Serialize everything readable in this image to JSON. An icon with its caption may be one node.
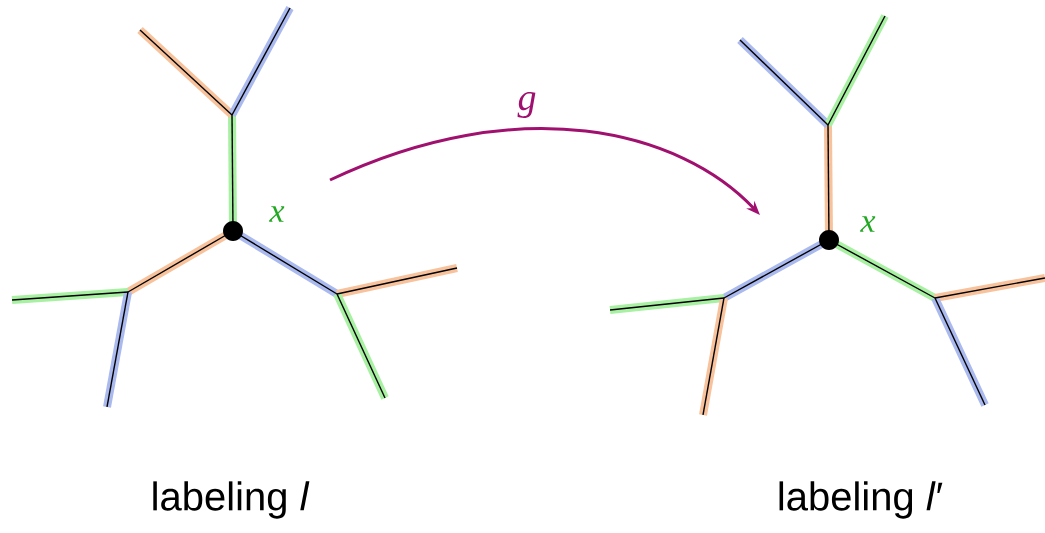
{
  "diagram": {
    "nodes": [
      {
        "text": [
          "x"
        ],
        "beside": [
          "labeling *l*"
        ]
      },
      {
        "text": [
          "x"
        ],
        "beside": [
          "labeling *l*′"
        ]
      }
    ],
    "edges": [
      {
        "from": 0,
        "to": 1,
        "arrow": "to",
        "label": "g"
      }
    ]
  }
}
